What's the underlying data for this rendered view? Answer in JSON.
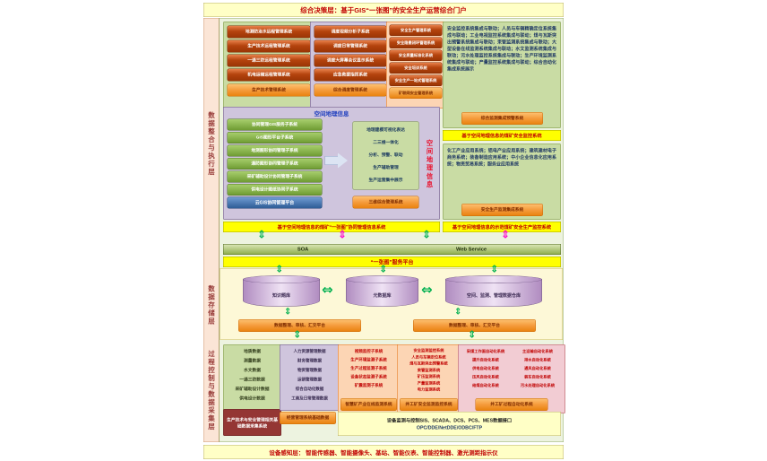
{
  "title_bar": "综合决策层：基于GIS“一张图”的安全生产运营综合门户",
  "layer_labels": {
    "integration": "数据整合与执行层",
    "storage": "数据存储层",
    "acquisition": "过程控制与数据采集层"
  },
  "decision": {
    "remote": {
      "items": [
        "地测防治水远程管理系统",
        "生产技术远程管理系统",
        "一通三防远程管理系统",
        "机电运输远程管理系统"
      ],
      "footer": "生产技术管理系统"
    },
    "dispatch": {
      "items": [
        "调度视频分析子系统",
        "调度日常管理系统",
        "调度大屏幕会议显示系统",
        "应急救援指挥系统"
      ],
      "footer": "综合调度管理系统"
    },
    "safety": {
      "items": [
        "安全生产管理系统",
        "安全隐患闭环管理系统",
        "安全质量标准化系统",
        "安全培训系统",
        "安全生产一站式管理系统"
      ],
      "footer": "矿联网安全管理系统"
    },
    "integration": {
      "text": "安全监控系统集成与联动；人员与车辆精确定位系统集成与联动；工业电视监控系统集成与联动；煤与瓦斯突出预警系统集成与联动；束管监测系统集成与联动；大型设备在线监测系统集成与联动；水文监测系统集成与联动；污水处理监控系统集成与联动；生产环境监测系统集成与联动；产量监控系统集成与联动；综合自动化集成系统展示",
      "footer": "综合监测集成预警系统",
      "banner": "基于空间地理信息的煤矿安全监控系统"
    },
    "gis": {
      "title": "空间地理信息",
      "left_items": [
        "协同管理GIS服务子系统",
        "GIS图形平台子系统",
        "地测图形协同管理子系统",
        "通防图形协同管理子系统",
        "采矿辅助设计协同管理子系统",
        "供电设计图纸协同子系统"
      ],
      "left_footer": "云GIS协同管理平台",
      "right_items": [
        "地理建模可视化表达",
        "二三维一体化",
        "分析、预警、联动",
        "生产辅助管理",
        "生产运营集中展示"
      ],
      "right_footer": "三维综合管理系统",
      "side_label": "空间地理信息",
      "banner": "基于空间地理信息的煤矿“一张图”协同管理信息系统"
    },
    "industry": {
      "text": "化工产业应用系统；铝电产业应用系统；建筑建材电子商务系统；装备制造应用系统；中小企业信息化应用系统；物资贸易系统；服务业应用系统",
      "footer": "安全生产监测集成系统",
      "banner": "基于空间地理信息的示范煤矿安全生产监控系统"
    }
  },
  "service": {
    "soa": "SOA",
    "web_service": "Web Service",
    "platform": "“一张图”服务平台"
  },
  "storage": {
    "databases": [
      "知识题库",
      "元数据库",
      "空间、监测、管理数据仓库"
    ],
    "platforms": [
      "数据整理、审核、汇交平台",
      "数据整理、审核、汇交平台"
    ]
  },
  "acquisition": {
    "tech_data": {
      "items": [
        "地质数据",
        "测量数据",
        "水文数据",
        "一通三防数据",
        "采矿辅助设计数据",
        "供电设计数据"
      ],
      "footer": "生产技术与安全管理相关基础数据采集系统"
    },
    "mgmt_data": {
      "items": [
        "人力资源管理数据",
        "财务管理数据",
        "物资管理数据",
        "运销管理数据",
        "综合自动化数据",
        "工商及日常管理数据"
      ],
      "footer": "经营管理系统基础数据"
    },
    "online_monitor": {
      "items": [
        "视频监控子系统",
        "生产环境监测子系统",
        "生产过程监测子系统",
        "设备状态监测子系统",
        "矿震监测子系统"
      ],
      "footer": "智慧矿产业在线监测系统"
    },
    "safety_monitor": {
      "items": [
        "安全监测监控系统",
        "人员与车辆定位系统",
        "煤与瓦斯突出预警系统",
        "束管监测系统",
        "矿压监测系统",
        "产量监测系统",
        "电力监测系统"
      ],
      "footer": "井工矿安全监测监控系统"
    },
    "automation": {
      "items": [
        "采煤工作面自动化系统",
        "主运输自动化系统",
        "提升自动化系统",
        "排水自动化系统",
        "供电自动化系统",
        "通风自动化系统",
        "压风自动化系统",
        "装车自动化系统",
        "给煤自动化系统",
        "污水处理自动化系统"
      ],
      "footer": "井工矿过程自动化系统"
    },
    "interface": {
      "line1": "设备监测与控制SIS、SCADA、DCS、PCS、MES数据接口",
      "line2": "OPC/DDE/NetDDE/ODBC/FTP"
    }
  },
  "device_layer": "设备感知层：  智能传感器、智能摄像头、基站、智能仪表、智能控制器、激光测距指示仪",
  "colors": {
    "banner_bg": "#ffff00",
    "accent_red": "#c00000",
    "button_dark_orange": "#9a3505",
    "button_orange": "#e9830f",
    "panel_green": "#c9dca4",
    "panel_purple": "#cfc5dd",
    "panel_orange": "#fcd5b4",
    "arrow_green": "#00b050",
    "arrow_magenta": "#ff00cc"
  }
}
